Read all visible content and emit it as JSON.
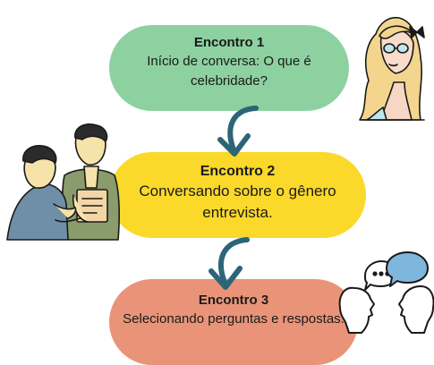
{
  "steps": [
    {
      "title": "Encontro 1",
      "text": "Início de conversa: O que é celebridade?"
    },
    {
      "title": "Encontro 2",
      "text": "Conversando sobre o gênero entrevista."
    },
    {
      "title": "Encontro 3",
      "text": "Selecionando perguntas e respostas."
    }
  ],
  "colors": {
    "step1": "#8ed1a1",
    "step2": "#fbd92a",
    "step3": "#e99478",
    "arrow": "#2c6577"
  },
  "icons": [
    "woman-illustration",
    "interview-people-illustration",
    "dialogue-heads-icon"
  ]
}
